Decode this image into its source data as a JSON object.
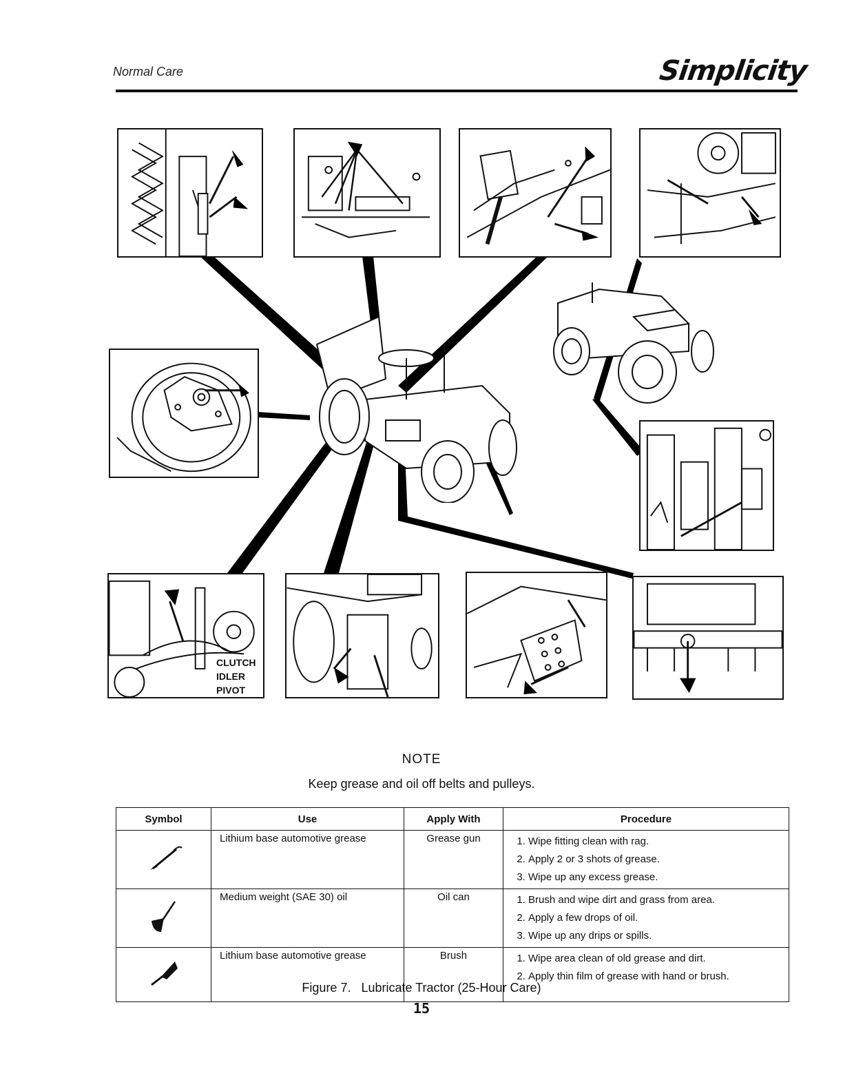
{
  "header": {
    "section": "Normal Care",
    "brand": "Simplicity"
  },
  "figure": {
    "callout_lines": [
      "CLUTCH",
      "IDLER",
      "PIVOT"
    ]
  },
  "note": {
    "title": "NOTE",
    "text": "Keep grease and oil off belts and pulleys."
  },
  "table": {
    "headers": [
      "Symbol",
      "Use",
      "Apply With",
      "Procedure"
    ],
    "rows": [
      {
        "symbol_icon": "grease-gun-icon",
        "use": "Lithium base automotive grease",
        "apply_with": "Grease gun",
        "procedure": [
          "Wipe fitting clean with rag.",
          "Apply 2 or 3 shots of grease.",
          "Wipe up any excess grease."
        ]
      },
      {
        "symbol_icon": "oil-can-icon",
        "use": "Medium weight (SAE 30) oil",
        "apply_with": "Oil can",
        "procedure": [
          "Brush and wipe dirt and grass from area.",
          "Apply a few drops of oil.",
          "Wipe up any drips or spills."
        ]
      },
      {
        "symbol_icon": "brush-icon",
        "use": "Lithium base automotive grease",
        "apply_with": "Brush",
        "procedure": [
          "Wipe area clean of old grease and dirt.",
          "Apply thin film of grease with hand or brush."
        ]
      }
    ]
  },
  "caption": "Figure 7.   Lubricate Tractor (25-Hour Care)",
  "page_number": "15"
}
